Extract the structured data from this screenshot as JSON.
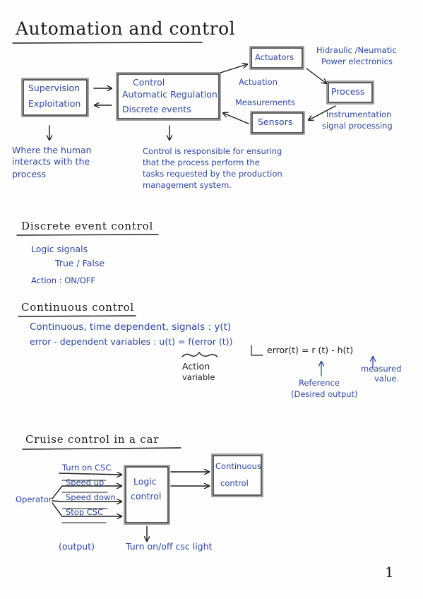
{
  "title": "Automation and control",
  "page_number": "1",
  "diagram1": {
    "supervision": [
      "Supervision",
      "Exploitation"
    ],
    "control": [
      "Control",
      "Automatic Regulation",
      "Discrete events"
    ],
    "actuators": "Actuators",
    "process": "Process",
    "sensors": "Sensors",
    "hydraulic": [
      "Hidraulic /Neumatic",
      "Power electronics"
    ],
    "actuation": "Actuation",
    "measurements": "Measurements",
    "instrumentation": [
      "Instrumentation",
      "signal processing"
    ],
    "note_human": [
      "Where the human",
      "interacts with the",
      "process"
    ],
    "note_control": [
      "Control is responsible for ensuring",
      "that the process perform the",
      "tasks requested by the production",
      "management system."
    ]
  },
  "discrete": {
    "heading": "Discrete event control",
    "lines": [
      "Logic signals",
      "True / False",
      "Action : ON/OFF"
    ]
  },
  "continuous": {
    "heading": "Continuous control",
    "line1": "Continuous, time dependent, signals : y(t)",
    "line2": "error - dependent variables : u(t) = f(error (t))",
    "error_eq": "error(t) = r (t) - h(t)",
    "action_variable": [
      "Action",
      "variable"
    ],
    "reference": [
      "Reference",
      "(Desired output)"
    ],
    "measured": [
      "measured",
      "value."
    ]
  },
  "cruise": {
    "heading": "Cruise control in a car",
    "operator": "Operator",
    "inputs": [
      "Turn on CSC",
      "Speed up",
      "Speed down",
      "Stop CSC"
    ],
    "logic": [
      "Logic",
      "control"
    ],
    "continuous": [
      "Continuous",
      "control"
    ],
    "output_label": "(output)",
    "output_text": "Turn on/off csc light"
  },
  "colors": {
    "ink_black": "#1b1b1b",
    "ink_blue": "#2c47a8"
  }
}
